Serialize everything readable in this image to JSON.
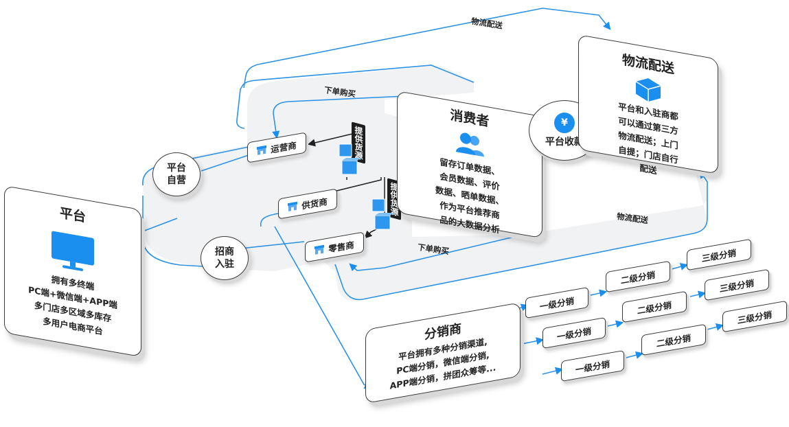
{
  "platform": {
    "title": "平台",
    "lines": [
      "拥有多终端",
      "PC端+微信端+APP端",
      "多门店多区域多库存",
      "多用户电商平台"
    ],
    "icon": "monitor-icon"
  },
  "platform_self": {
    "line1": "平台",
    "line2": "自营"
  },
  "merchant_join": {
    "line1": "招商",
    "line2": "入驻"
  },
  "operator": {
    "label": "运营商",
    "icon": "store-icon"
  },
  "supplier": {
    "label": "供货商",
    "icon": "store-icon"
  },
  "retailer": {
    "label": "零售商",
    "icon": "store-icon"
  },
  "supply_banners": [
    "提供货源",
    "提供货源"
  ],
  "consumer": {
    "title": "消费者",
    "lines": [
      "留存订单数据、",
      "会员数据、评价",
      "数据、晒单数据、",
      "作为平台推荐商",
      "品的大数据分析"
    ],
    "icon": "users-icon"
  },
  "payment": {
    "label": "平台收款",
    "icon": "yen-icon"
  },
  "logistics": {
    "title": "物流配送",
    "lines": [
      "平台和入驻商都",
      "可以通过第三方",
      "物流配送；上门",
      "自提；门店自行",
      "配送"
    ],
    "icon": "box-icon"
  },
  "distributor": {
    "title": "分销商",
    "lines": [
      "平台拥有多种分销渠道,",
      "PC端分销，微信端分销,",
      "APP端分销，拼团众筹等..."
    ]
  },
  "flow_labels": {
    "logistics_top": "物流配送",
    "order_top": "下单购买",
    "order_bottom": "下单购买",
    "logistics_bottom": "物流配送"
  },
  "tiers": {
    "level1": [
      "一级分销",
      "一级分销",
      "一级分销"
    ],
    "level2": [
      "二级分销",
      "二级分销",
      "二级分销"
    ],
    "level3": [
      "三级分销",
      "三级分销",
      "三级分销"
    ]
  },
  "colors": {
    "accent": "#1a8ff0",
    "band": "#f1f2f4",
    "band_edge": "#2b92e6",
    "ink": "#222222"
  }
}
